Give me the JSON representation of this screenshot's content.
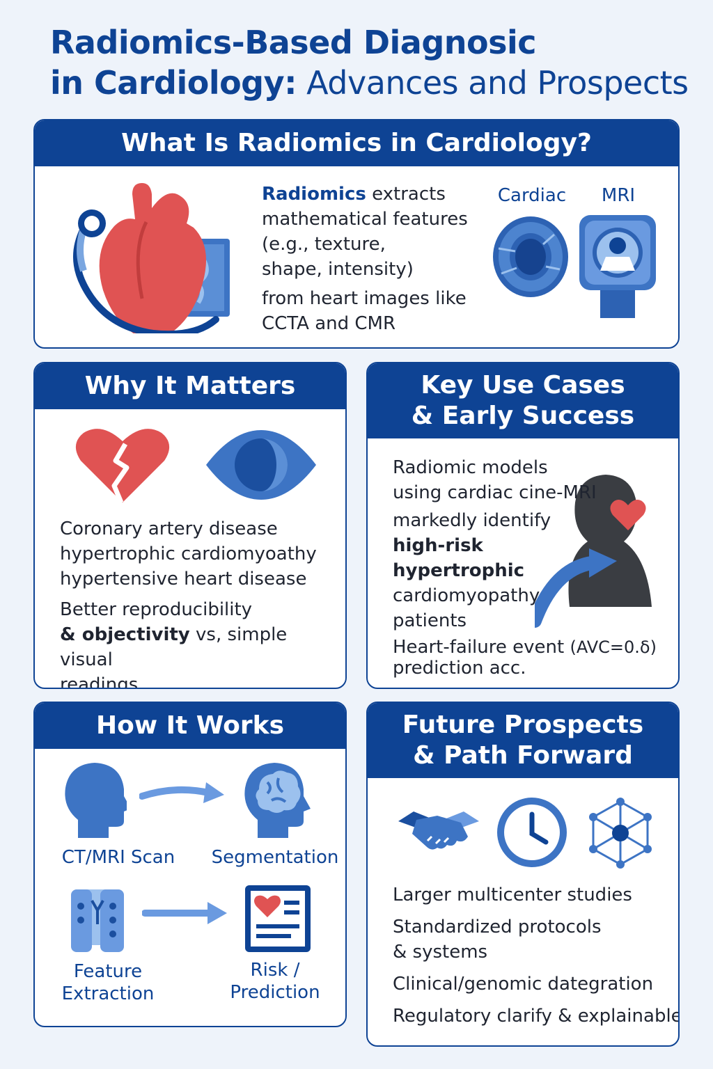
{
  "title": {
    "line1": "Radiomics-Based Diagnosic",
    "line2_bold": "in Cardiology:",
    "line2_light": " Advances and Prospects"
  },
  "what": {
    "header": "What Is Radiomics in Cardiology?",
    "bold": "Radiomics",
    "line1": " extracts",
    "line2": "mathematical features",
    "line3": "(e.g., texture,",
    "line4": "shape, intensity)",
    "line5": "from heart images like",
    "line6": "CCTA and CMR",
    "label_cardiac": "Cardiac",
    "label_mri": "MRI"
  },
  "why": {
    "header": "Why It Matters",
    "d1": "Coronary artery disease",
    "d2": "hypertrophic cardiomyoathy",
    "d3": "hypertensive heart disease",
    "r1": "Better reproducibility",
    "r2_bold": "& objectivity",
    "r2": " vs, simple visual",
    "r3": "readings"
  },
  "key": {
    "header1": "Key Use Cases",
    "header2": "& Early Success",
    "l1": "Radiomic models",
    "l2": "using cardiac cine-MRI",
    "l3": "markedly identify",
    "l4": "high-risk",
    "l5": "hypertrophic",
    "l6": "cardiomyopathy",
    "l7": "patients",
    "l8": "Heart-failure event",
    "l8_formula": "(AVC=0.δ)",
    "l9": "prediction acc."
  },
  "how": {
    "header": "How It Works",
    "step1": "CT/MRI Scan",
    "step2": "Segmentation",
    "step3a": "Feature",
    "step3b": "Extraction",
    "step4a": "Risk /",
    "step4b": "Prediction"
  },
  "future": {
    "header1": "Future Prospects",
    "header2": "& Path Forward",
    "i1": "Larger multicenter studies",
    "i2a": "Standardized protocols",
    "i2b": "& systems",
    "i3": "Clinical/genomic dategration",
    "i4": "Regulatory clarify & explainable"
  },
  "colors": {
    "navy": "#0e4394",
    "blue": "#3d74c4",
    "red": "#e05353",
    "dark": "#3a3d42"
  }
}
